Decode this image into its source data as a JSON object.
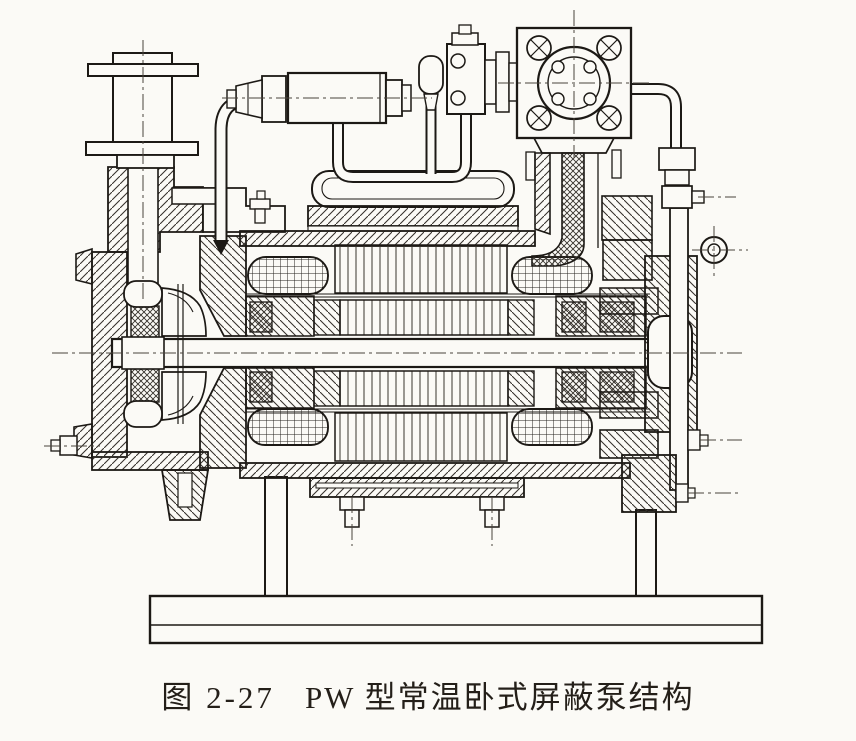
{
  "figure": {
    "label": "图 2-27",
    "title": "PW 型常温卧式屏蔽泵结构"
  },
  "drawing": {
    "kind": "engineering-cross-section",
    "ink_color": "#1c1915",
    "paper_color": "#fbfaf6",
    "components": [
      "suction-flange",
      "suction-pipe",
      "pump-casing",
      "impeller",
      "circulation-return-pipe",
      "circulation-cooler",
      "cooler-piping",
      "discharge-flange",
      "discharge-neck",
      "motor-shell",
      "stator-core",
      "stator-end-windings",
      "rotor",
      "shaft",
      "front-bearing",
      "rear-bearing",
      "rear-housing",
      "vent-boss",
      "external-pipe",
      "support-leg-front",
      "support-leg-rear",
      "base-plate"
    ]
  }
}
